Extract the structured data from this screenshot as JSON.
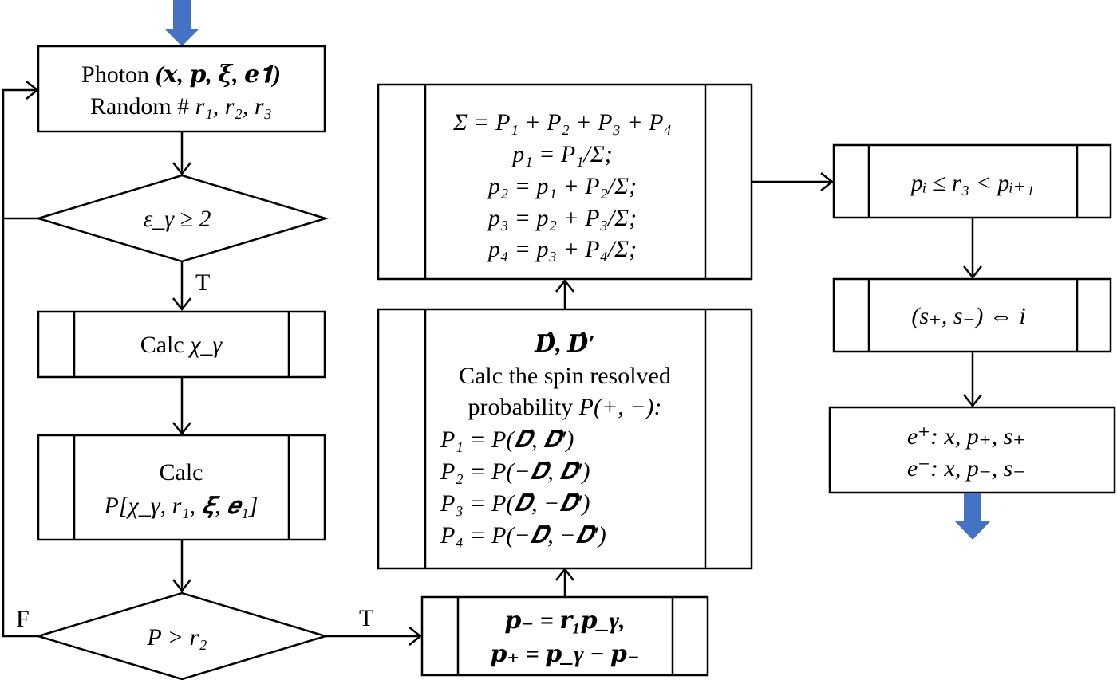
{
  "diagram": {
    "box_photon": {
      "line1_text": "Photon ",
      "line1_vars": "(𝒙, 𝒑, 𝝃, 𝒆𝟏)",
      "line2_text": "Random # ",
      "line2_vars": "r₁, r₂, r₃"
    },
    "decision_energy": {
      "text": "ε_γ ≥ 2"
    },
    "label_true_1": "T",
    "box_calc_chi": {
      "text": "Calc ",
      "var": "χ_γ"
    },
    "box_calc_p": {
      "line1": "Calc",
      "line2": "P[χ_γ, r₁, 𝝃, 𝒆₁]"
    },
    "decision_p": {
      "text": "P > r₂"
    },
    "label_false": "F",
    "label_true_2": "T",
    "box_momentum": {
      "line1": "𝒑₋ = 𝒓₁𝒑_γ,",
      "line2": "𝒑₊ = 𝒑_γ − 𝒑₋"
    },
    "box_spin": {
      "line1": "𝑫̂, 𝑫̂′",
      "line2": "Calc the spin resolved",
      "line3_text": "probability ",
      "line3_var": "P(+, −):",
      "p1": "P₁ = P(𝑫̂, 𝑫̂′)",
      "p2": "P₂ = P(−𝑫̂, 𝑫̂′)",
      "p3": "P₃ = P(𝑫̂, −𝑫̂′)",
      "p4": "P₄ = P(−𝑫̂, −𝑫̂′)"
    },
    "box_sum": {
      "line1": "Σ = P₁ + P₂ + P₃ + P₄",
      "line2": "p₁ = P₁/Σ;",
      "line3": "p₂ = p₁ + P₂/Σ;",
      "line4": "p₃ = p₂ + P₃/Σ;",
      "line5": "p₄ = p₃ + P₄/Σ;"
    },
    "box_select": {
      "text": "pᵢ ≤ r₃ < pᵢ₊₁"
    },
    "box_spin_map": {
      "text": "(s₊, s₋) ⇔ i"
    },
    "box_output": {
      "line1": "e⁺: x, p₊, s₊",
      "line2": "e⁻: x, p₋, s₋"
    },
    "colors": {
      "flow_arrow": "#4472C4",
      "stroke": "#000000",
      "fill": "#ffffff"
    }
  }
}
